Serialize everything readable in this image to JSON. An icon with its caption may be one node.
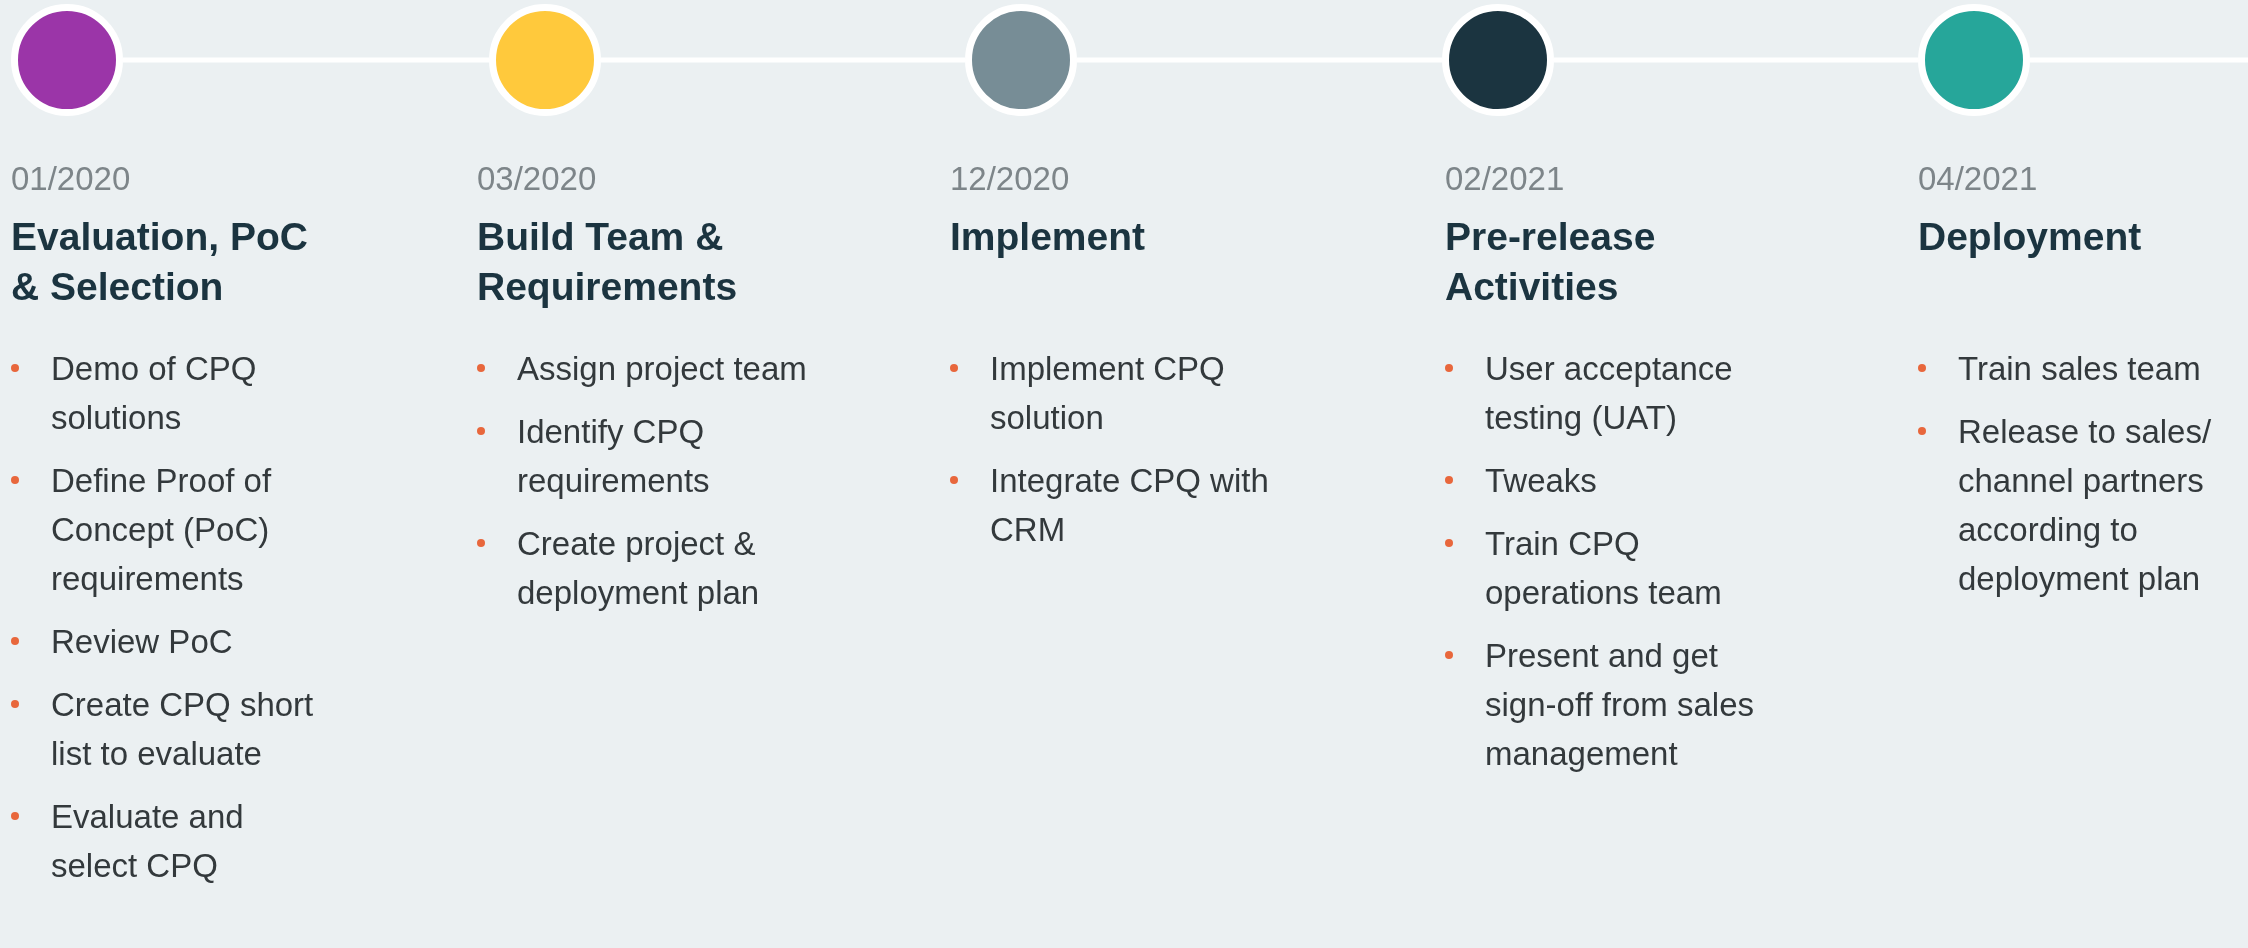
{
  "diagram": {
    "nodes": [
      {
        "text": [],
        "shape": "circle",
        "beside": [
          "01/2020",
          "Evaluation, PoC & Selection",
          "Demo of CPQ solutions",
          "Define Proof of Concept (PoC) requirements",
          "Review PoC",
          "Create CPQ short list to evaluate",
          "Evaluate and select CPQ"
        ]
      },
      {
        "text": [],
        "shape": "circle",
        "beside": [
          "03/2020",
          "Build Team & Requirements",
          "Assign project team",
          "Identify CPQ requirements",
          "Create project & deployment plan"
        ]
      },
      {
        "text": [],
        "shape": "circle",
        "beside": [
          "12/2020",
          "Implement",
          "Implement CPQ solution",
          "Integrate CPQ with CRM"
        ]
      },
      {
        "text": [],
        "shape": "circle",
        "beside": [
          "02/2021",
          "Pre-release Activities",
          "User acceptance testing (UAT)",
          "Tweaks",
          "Train CPQ operations team",
          "Present and get sign-off from sales management"
        ]
      },
      {
        "text": [],
        "shape": "circle",
        "beside": [
          "04/2021",
          "Deployment",
          "Train sales team",
          "Release to sales/ channel partners according to deployment plan"
        ]
      }
    ],
    "edges": [
      {
        "from": 0,
        "to": 1,
        "arrow": "none"
      },
      {
        "from": 1,
        "to": 2,
        "arrow": "none"
      },
      {
        "from": 2,
        "to": 3,
        "arrow": "none"
      },
      {
        "from": 3,
        "to": 4,
        "arrow": "none"
      },
      {
        "from": 4,
        "to": null,
        "arrow": "none"
      }
    ]
  }
}
